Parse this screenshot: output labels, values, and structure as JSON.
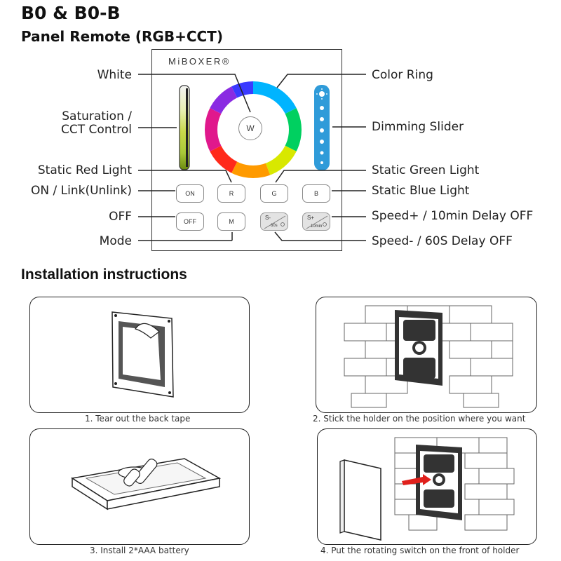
{
  "header": {
    "title": "B0 & B0-B",
    "subtitle": "Panel Remote (RGB+CCT)"
  },
  "panel": {
    "brand": "MiBOXER®",
    "white_button": "W",
    "buttons": {
      "on": "ON",
      "r": "R",
      "g": "G",
      "b": "B",
      "off": "OFF",
      "m": "M",
      "speed_minus": "S-",
      "speed_minus_sub": "60s",
      "speed_plus": "S+",
      "speed_plus_sub": "10min"
    }
  },
  "labels": {
    "white": "White",
    "saturation": "Saturation /",
    "cct_control": "CCT Control",
    "static_red": "Static Red Light",
    "on_link": "ON / Link(Unlink)",
    "off": "OFF",
    "mode": "Mode",
    "color_ring": "Color Ring",
    "dimming_slider": "Dimming Slider",
    "static_green": "Static Green Light",
    "static_blue": "Static Blue Light",
    "speed_plus": "Speed+ / 10min Delay OFF",
    "speed_minus": "Speed- / 60S Delay OFF"
  },
  "installation": {
    "title": "Installation instructions",
    "steps": [
      "1. Tear out the back tape",
      "2. Stick the holder on the position where you want",
      "3. Install 2*AAA battery",
      "4. Put the rotating switch on the front of holder"
    ]
  },
  "colors": {
    "slider_blue": "#2f9bd9",
    "arrow_red": "#e0201c",
    "line": "#222222"
  }
}
